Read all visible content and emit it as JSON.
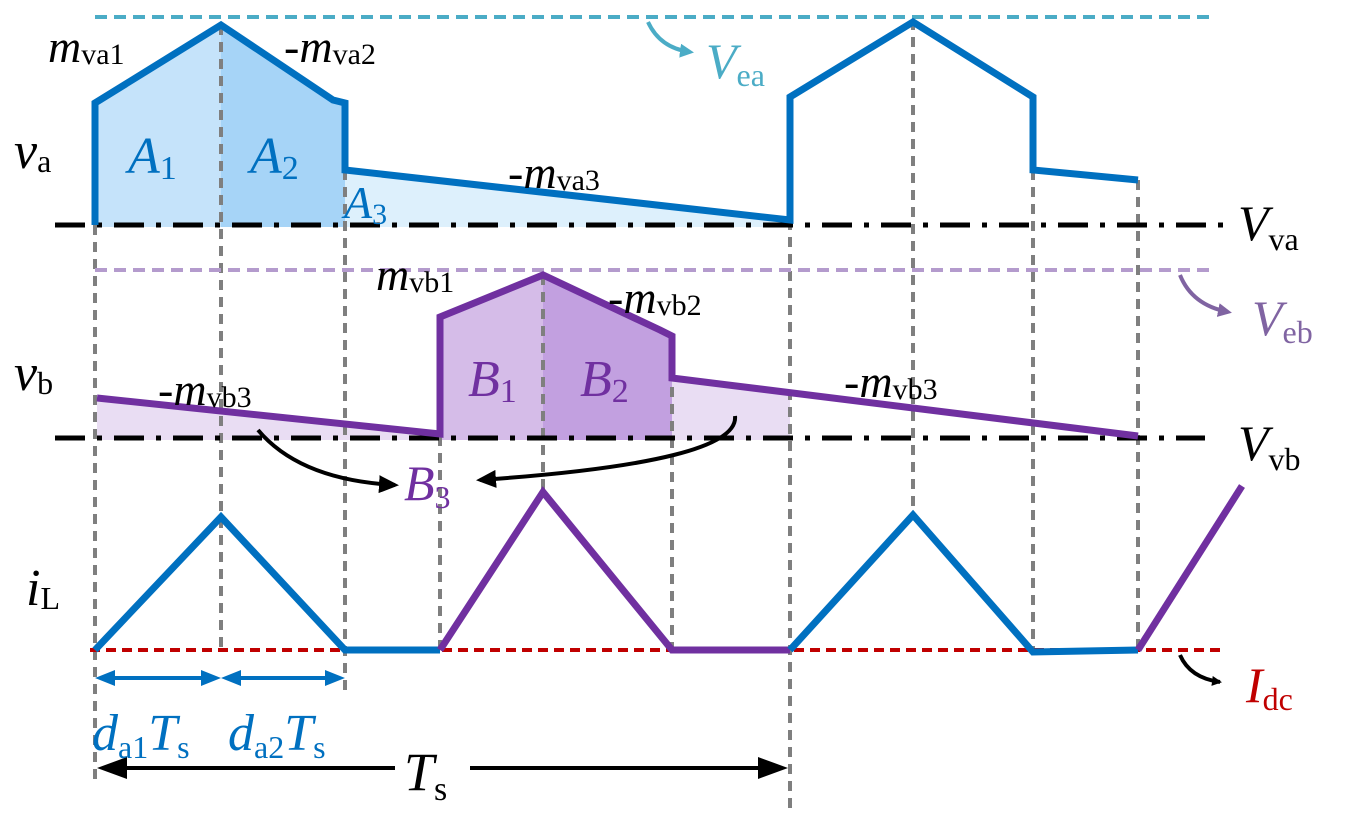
{
  "colors": {
    "blue": "#0070C0",
    "blue_fill_light": "#C5E3FA",
    "blue_fill_mid": "#A6D4F7",
    "blue_fill_pale": "#DDF0FC",
    "teal": "#4BACC6",
    "purple": "#7030A0",
    "purple_fill_light": "#D5BCE8",
    "purple_fill_mid": "#C2A0E0",
    "purple_fill_pale": "#E9DDF3",
    "lavender": "#8064A2",
    "red": "#C00000",
    "grey": "#7F7F7F",
    "black": "#000000"
  },
  "labels": {
    "va": {
      "main": "v",
      "sub": "a"
    },
    "vb": {
      "main": "v",
      "sub": "b"
    },
    "iL": {
      "main": "i",
      "sub": "L"
    },
    "Vva": {
      "main": "V",
      "sub": "va"
    },
    "Vvb": {
      "main": "V",
      "sub": "vb"
    },
    "Vea": {
      "main": "V",
      "sub": "ea"
    },
    "Veb": {
      "main": "V",
      "sub": "eb"
    },
    "Idc": {
      "main": "I",
      "sub": "dc"
    },
    "mva1": {
      "prefix": "",
      "main": "m",
      "sub": "va1"
    },
    "mva2": {
      "prefix": "-",
      "main": "m",
      "sub": "va2"
    },
    "mva3": {
      "prefix": "-",
      "main": "m",
      "sub": "va3"
    },
    "mvb1": {
      "prefix": "",
      "main": "m",
      "sub": "vb1"
    },
    "mvb2": {
      "prefix": "-",
      "main": "m",
      "sub": "vb2"
    },
    "mvb3_left": {
      "prefix": "-",
      "main": "m",
      "sub": "vb3"
    },
    "mvb3_right": {
      "prefix": "-",
      "main": "m",
      "sub": "vb3"
    },
    "A1": {
      "main": "A",
      "sub": "1"
    },
    "A2": {
      "main": "A",
      "sub": "2"
    },
    "A3": {
      "main": "A",
      "sub": "3"
    },
    "B1": {
      "main": "B",
      "sub": "1"
    },
    "B2": {
      "main": "B",
      "sub": "2"
    },
    "B3": {
      "main": "B",
      "sub": "3"
    },
    "da1Ts": {
      "d": "d",
      "dsub": "a1",
      "T": "T",
      "Tsub": "s"
    },
    "da2Ts": {
      "d": "d",
      "dsub": "a2",
      "T": "T",
      "Tsub": "s"
    },
    "Ts": {
      "main": "T",
      "sub": "s"
    }
  }
}
